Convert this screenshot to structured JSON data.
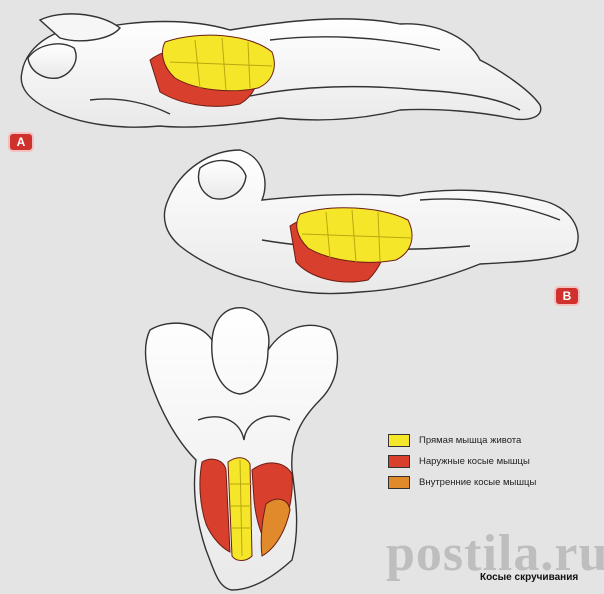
{
  "colors": {
    "background": "#e4e4e4",
    "rectus_abdominis": "#f5e62a",
    "external_obliques": "#d8402d",
    "internal_obliques": "#e08a2c",
    "badge": "#d0312d"
  },
  "panels": {
    "a_label": "A",
    "b_label": "B"
  },
  "legend": {
    "items": [
      {
        "label": "Прямая мышца живота",
        "color": "#f5e62a"
      },
      {
        "label": "Наружные косые мышцы",
        "color": "#d8402d"
      },
      {
        "label": "Внутренние косые мышцы",
        "color": "#e08a2c"
      }
    ]
  },
  "watermark": "postila.ru",
  "caption": "Косые скручивания"
}
